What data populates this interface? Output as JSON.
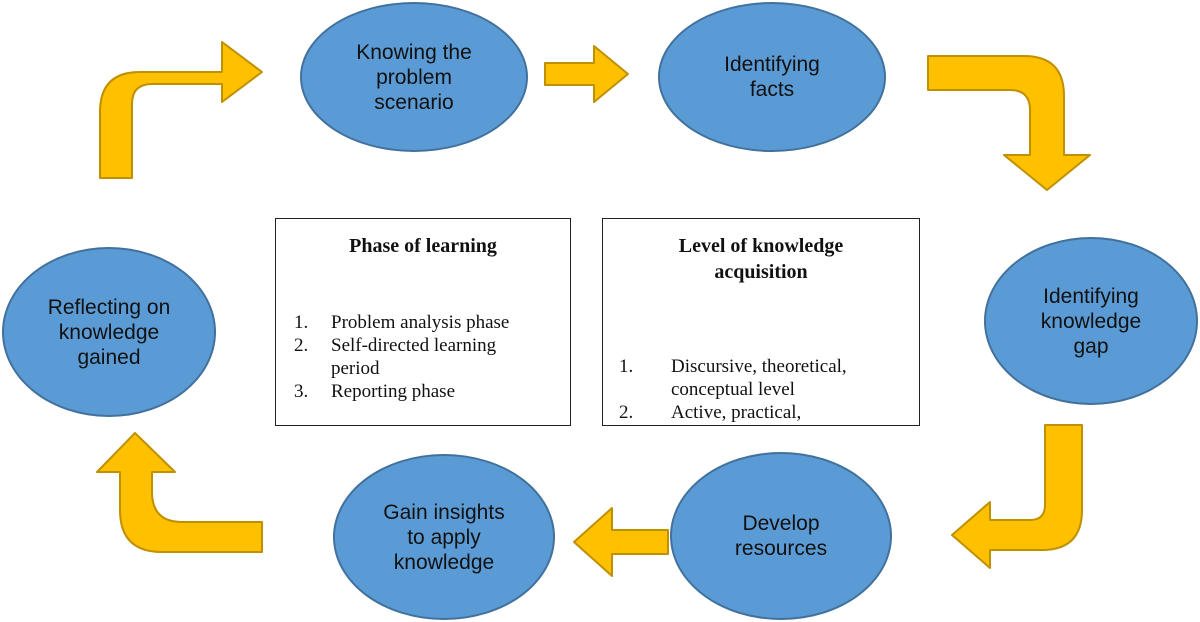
{
  "colors": {
    "node_fill": "#5b9bd5",
    "node_stroke": "#41719c",
    "arrow_fill": "#ffc000",
    "arrow_stroke": "#bf9000"
  },
  "nodes": {
    "problem_scenario": "Knowing the\nproblem\nscenario",
    "identifying_facts": "Identifying\nfacts",
    "knowledge_gap": "Identifying\nknowledge\ngap",
    "develop_resources": "Develop\nresources",
    "gain_insights": "Gain insights\nto apply\nknowledge",
    "reflecting": "Reflecting on\nknowledge\ngained"
  },
  "phase_box": {
    "title": "Phase of learning",
    "items": [
      {
        "num": "1.",
        "text": "Problem analysis phase"
      },
      {
        "num": "2.",
        "text": "Self-directed learning\nperiod"
      },
      {
        "num": "3.",
        "text": "Reporting phase"
      }
    ]
  },
  "knowledge_box": {
    "title": "Level of knowledge\nacquisition",
    "items": [
      {
        "num": "1.",
        "text": "Discursive, theoretical,\nconceptual level"
      },
      {
        "num": "2.",
        "text": "Active, practical,"
      }
    ]
  }
}
